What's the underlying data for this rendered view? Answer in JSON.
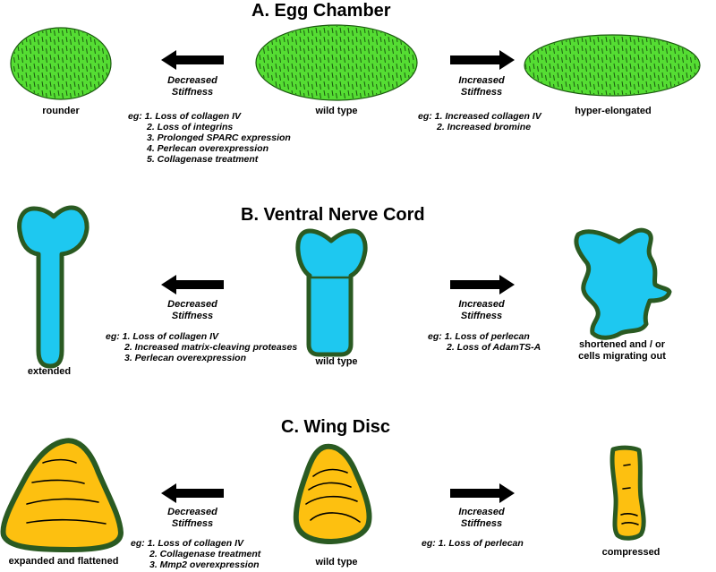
{
  "panels": {
    "egg": {
      "title": "A. Egg Chamber",
      "left_label": "rounder",
      "center_label": "wild type",
      "right_label": "hyper-elongated",
      "decreased": [
        "Decreased",
        "Stiffness"
      ],
      "increased": [
        "Increased",
        "Stiffness"
      ],
      "decreased_examples": [
        "eg: 1. Loss of collagen IV",
        "2. Loss of integrins",
        "3. Prolonged SPARC expression",
        "4. Perlecan overexpression",
        "5. Collagenase treatment"
      ],
      "increased_examples": [
        "eg: 1. Increased collagen IV",
        "2. Increased bromine"
      ]
    },
    "vnc": {
      "title": "B.  Ventral Nerve Cord",
      "left_label": "extended",
      "center_label": "wild type",
      "right_label": [
        "shortened and / or",
        "cells migrating out"
      ],
      "decreased": [
        "Decreased",
        "Stiffness"
      ],
      "increased": [
        "Increased",
        "Stiffness"
      ],
      "decreased_examples": [
        "eg: 1. Loss of collagen IV",
        "2. Increased matrix-cleaving proteases",
        "3. Perlecan overexpression"
      ],
      "increased_examples": [
        "eg: 1. Loss of perlecan",
        "2. Loss of AdamTS-A"
      ]
    },
    "wing": {
      "title": "C. Wing Disc",
      "left_label": "expanded and flattened",
      "center_label": "wild type",
      "right_label": "compressed",
      "decreased": [
        "Decreased",
        "Stiffness"
      ],
      "increased": [
        "Increased",
        "Stiffness"
      ],
      "decreased_examples": [
        "eg: 1. Loss of collagen IV",
        "2. Collagenase treatment",
        "3. Mmp2 overexpression"
      ],
      "increased_examples": [
        "eg: 1. Loss of perlecan"
      ]
    }
  },
  "colors": {
    "egg_fill": "#55dd33",
    "egg_hatch": "#1c5a10",
    "vnc_fill": "#1ec8f0",
    "vnc_outline": "#2a5a22",
    "wing_fill": "#fdc010",
    "wing_outline": "#2a5a22",
    "arrow": "#000000"
  }
}
